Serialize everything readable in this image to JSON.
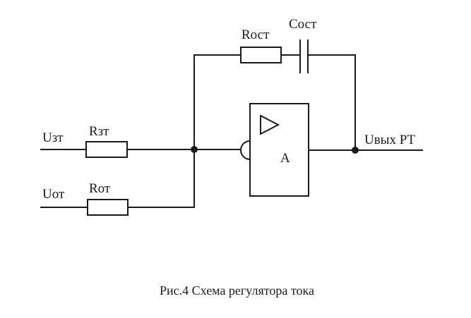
{
  "labels": {
    "u_zt": "Uзт",
    "r_zt": "Rзт",
    "u_ot": "Uот",
    "r_ot": "Rот",
    "r_ost": "Rост",
    "c_ost": "Сост",
    "amp": "A",
    "u_out": "Uвых РТ"
  },
  "caption": "Рис.4 Схема регулятора тока",
  "colors": {
    "ink": "#1a1a1a",
    "background": "#ffffff"
  }
}
